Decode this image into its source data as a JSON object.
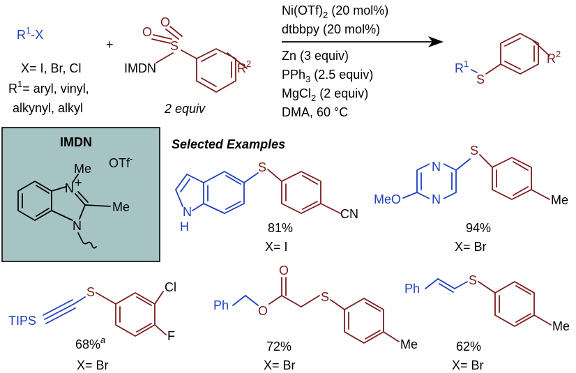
{
  "colors": {
    "blue": "#1f3fbf",
    "brown": "#7a1c1c",
    "box_bg": "#a6c4c4",
    "text": "#000000"
  },
  "reagent": {
    "formula_r": "R",
    "formula_sup": "1",
    "formula_x": "-X",
    "x_line": "X= I, Br, Cl",
    "r1_line_a": "R",
    "r1_line_sup": "1",
    "r1_line_b": "= aryl, vinyl,",
    "r1_line_c": "alkynyl, alkyl"
  },
  "plus": "+",
  "sulfonyl": {
    "o1": "O",
    "o2": "O",
    "s": "S",
    "imdn": "IMDN",
    "r2": "R",
    "r2_sup": "2",
    "equiv": "2 equiv"
  },
  "conditions": {
    "above": [
      "Ni(OTf)",
      "dtbbpy (20 mol%)"
    ],
    "ni_sub": "2",
    "ni_tail": " (20 mol%)",
    "zn": "Zn (3 equiv)",
    "pph_a": "PPh",
    "pph_sub": "3",
    "pph_b": " (2.5 equiv)",
    "mgcl_a": "MgCl",
    "mgcl_sub": "2",
    "mgcl_b": " (2 equiv)",
    "dma": "DMA, 60 °C"
  },
  "product": {
    "r1": "R",
    "r1_sup": "1",
    "s": "S",
    "r2": "R",
    "r2_sup": "2"
  },
  "imdn_box": {
    "title": "IMDN",
    "me1": "Me",
    "otf": "OTf",
    "otf_sup": "-",
    "n1": "N",
    "plus": "+",
    "me2": "Me",
    "n2": "N"
  },
  "selected_title": "Selected Examples",
  "examples": [
    {
      "labels": {
        "s": "S",
        "nh": "N",
        "h": "H",
        "cn": "CN"
      },
      "yield": "81%",
      "x": "X= I"
    },
    {
      "labels": {
        "n1": "N",
        "n2": "N",
        "s": "S",
        "meo": "MeO",
        "me": "Me"
      },
      "yield": "94%",
      "x": "X= Br"
    },
    {
      "labels": {
        "s": "S",
        "cl": "Cl",
        "tips": "TIPS",
        "f": "F"
      },
      "yield": "68%",
      "yield_sup": "a",
      "x": "X= Br"
    },
    {
      "labels": {
        "o": "O",
        "ph": "Ph",
        "o2": "O",
        "s": "S",
        "me": "Me"
      },
      "yield": "72%",
      "x": "X= Br"
    },
    {
      "labels": {
        "ph": "Ph",
        "s": "S",
        "me": "Me"
      },
      "yield": "62%",
      "x": "X= Br"
    }
  ]
}
